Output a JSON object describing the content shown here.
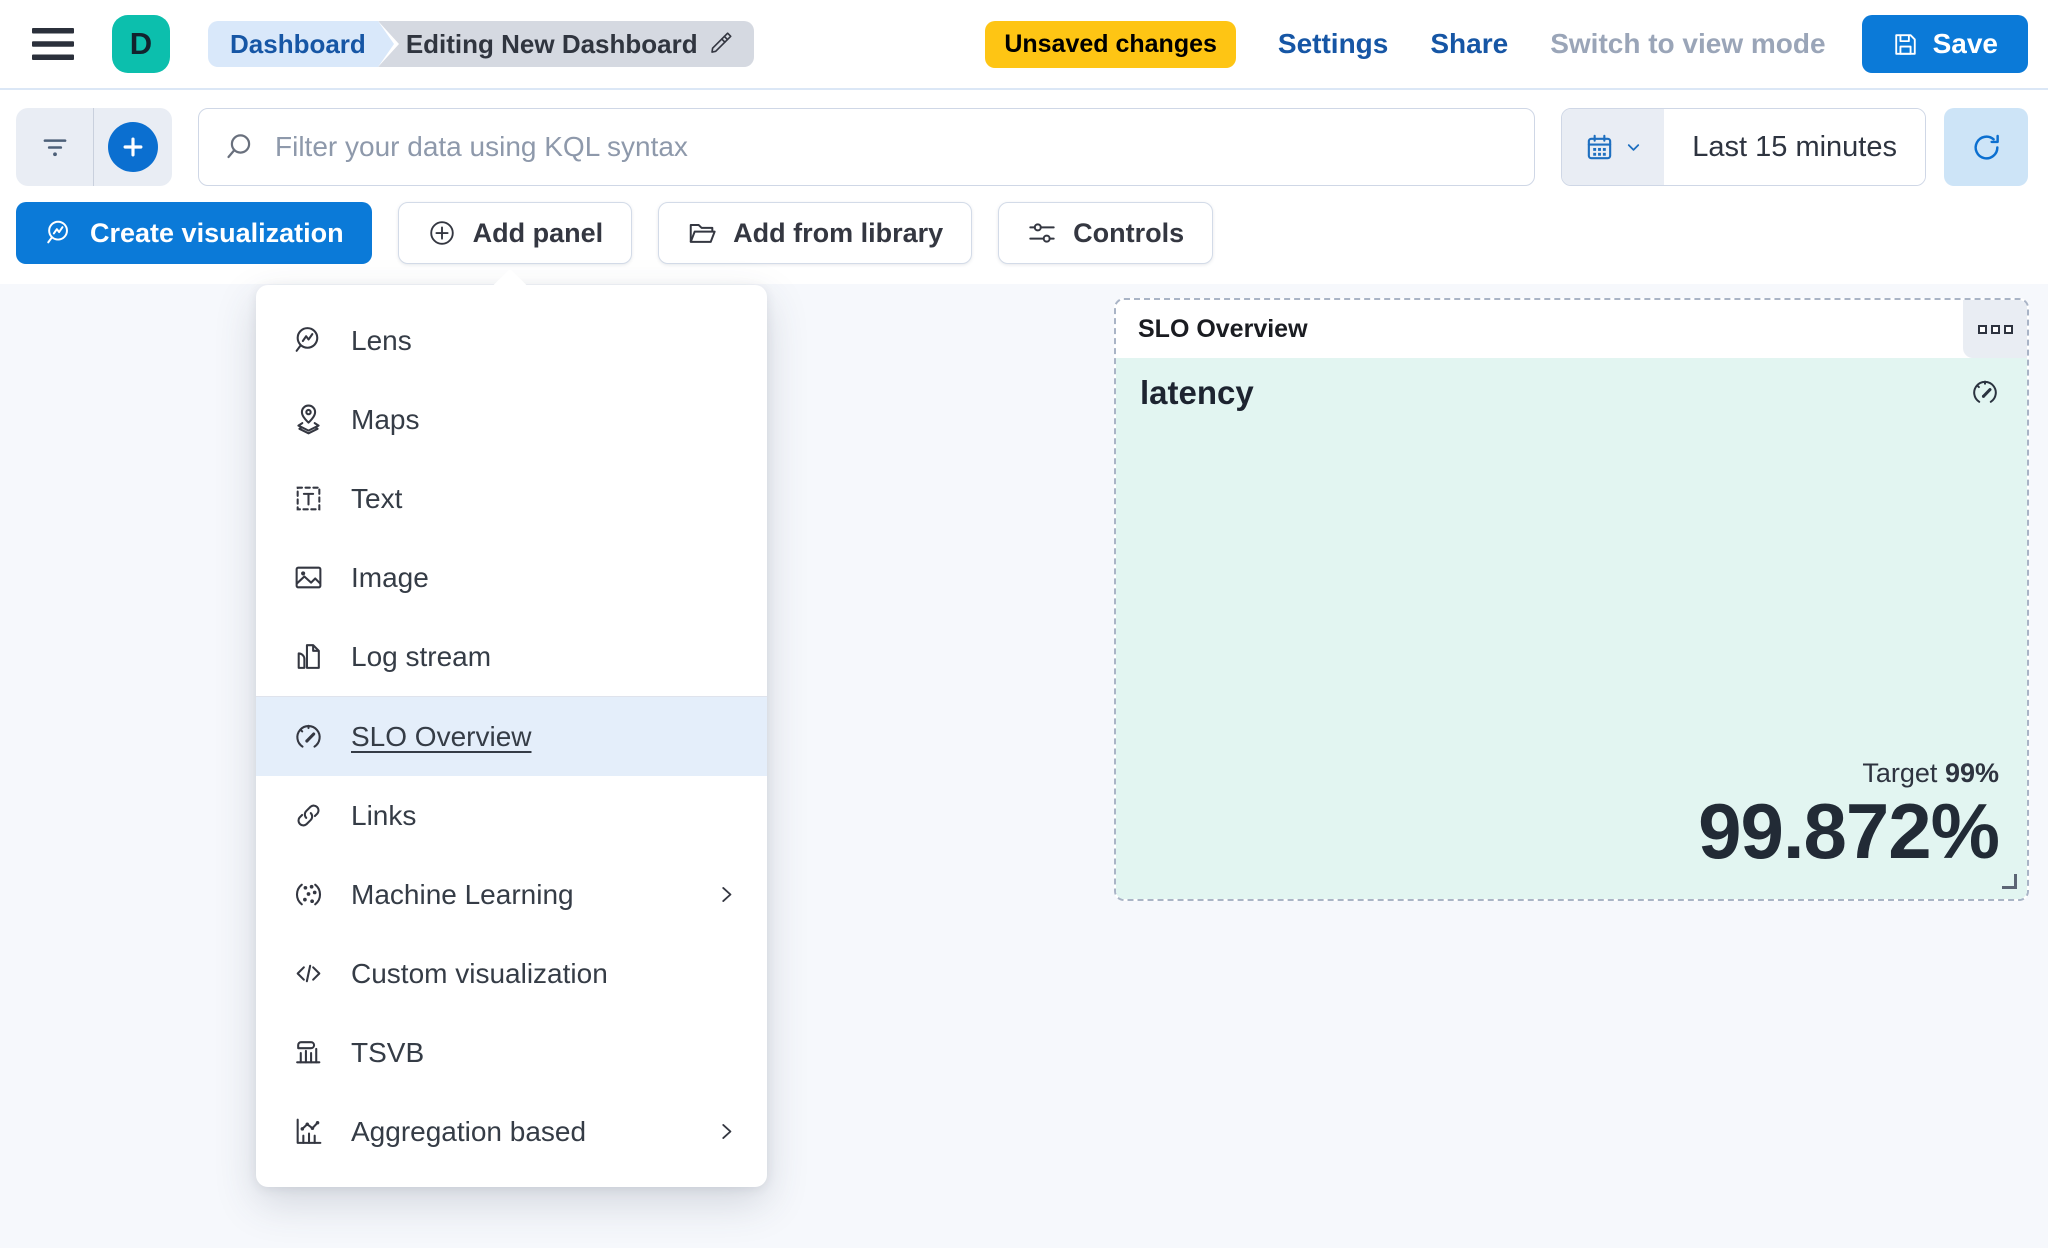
{
  "colors": {
    "primary_blue": "#0b7ad8",
    "link_blue": "#1656a5",
    "warning_yellow": "#fec514",
    "logo_teal": "#0cbfad",
    "panel_mint": "#e2f5f1",
    "menu_highlight": "#e4eefa"
  },
  "topbar": {
    "logo_letter": "D",
    "breadcrumb_dashboard": "Dashboard",
    "breadcrumb_current": "Editing New Dashboard",
    "unsaved_badge": "Unsaved changes",
    "settings": "Settings",
    "share": "Share",
    "switch_view": "Switch to view mode",
    "save": "Save"
  },
  "filterbar": {
    "search_placeholder": "Filter your data using KQL syntax",
    "time_range": "Last 15 minutes"
  },
  "actionbar": {
    "create_visualization": "Create visualization",
    "add_panel": "Add panel",
    "add_from_library": "Add from library",
    "controls": "Controls"
  },
  "add_panel_menu": {
    "items": [
      {
        "label": "Lens",
        "icon": "lens-icon"
      },
      {
        "label": "Maps",
        "icon": "maps-icon"
      },
      {
        "label": "Text",
        "icon": "text-icon"
      },
      {
        "label": "Image",
        "icon": "image-icon"
      },
      {
        "label": "Log stream",
        "icon": "log-stream-icon"
      },
      {
        "label": "SLO Overview",
        "icon": "gauge-icon",
        "selected": true
      },
      {
        "label": "Links",
        "icon": "link-icon"
      },
      {
        "label": "Machine Learning",
        "icon": "machine-learning-icon",
        "has_submenu": true
      },
      {
        "label": "Custom visualization",
        "icon": "code-icon"
      },
      {
        "label": "TSVB",
        "icon": "tsvb-icon"
      },
      {
        "label": "Aggregation based",
        "icon": "aggregation-icon",
        "has_submenu": true
      }
    ]
  },
  "slo_panel": {
    "title": "SLO Overview",
    "metric_name": "latency",
    "target_label": "Target",
    "target_value": "99%",
    "value": "99.872%"
  }
}
